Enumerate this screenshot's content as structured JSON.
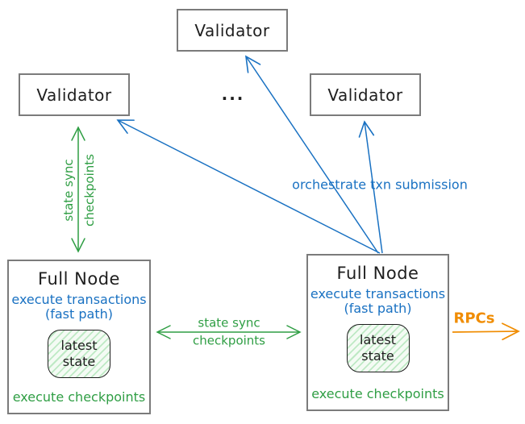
{
  "colors": {
    "blue": "#1971c2",
    "green": "#2f9e44",
    "orange": "#f08c00",
    "ink": "#1e1e1e",
    "box_border": "#7b7b7b",
    "state_fill": "#d9f2dd"
  },
  "validators": {
    "top": {
      "label": "Validator"
    },
    "left": {
      "label": "Validator"
    },
    "right": {
      "label": "Validator"
    },
    "ellipsis": "..."
  },
  "full_nodes": {
    "left": {
      "title": "Full Node",
      "execute_transactions": "execute transactions",
      "fast_path": "(fast path)",
      "latest_state": "latest state",
      "execute_checkpoints": "execute checkpoints"
    },
    "right": {
      "title": "Full Node",
      "execute_transactions": "execute transactions",
      "fast_path": "(fast path)",
      "latest_state": "latest state",
      "execute_checkpoints": "execute checkpoints"
    }
  },
  "edges": {
    "state_sync_vertical": {
      "line1": "state sync",
      "line2": "checkpoints"
    },
    "state_sync_horizontal": {
      "line1": "state sync",
      "line2": "checkpoints"
    },
    "orchestrate": {
      "label": "orchestrate txn submission"
    },
    "rpcs": {
      "label": "RPCs"
    }
  }
}
